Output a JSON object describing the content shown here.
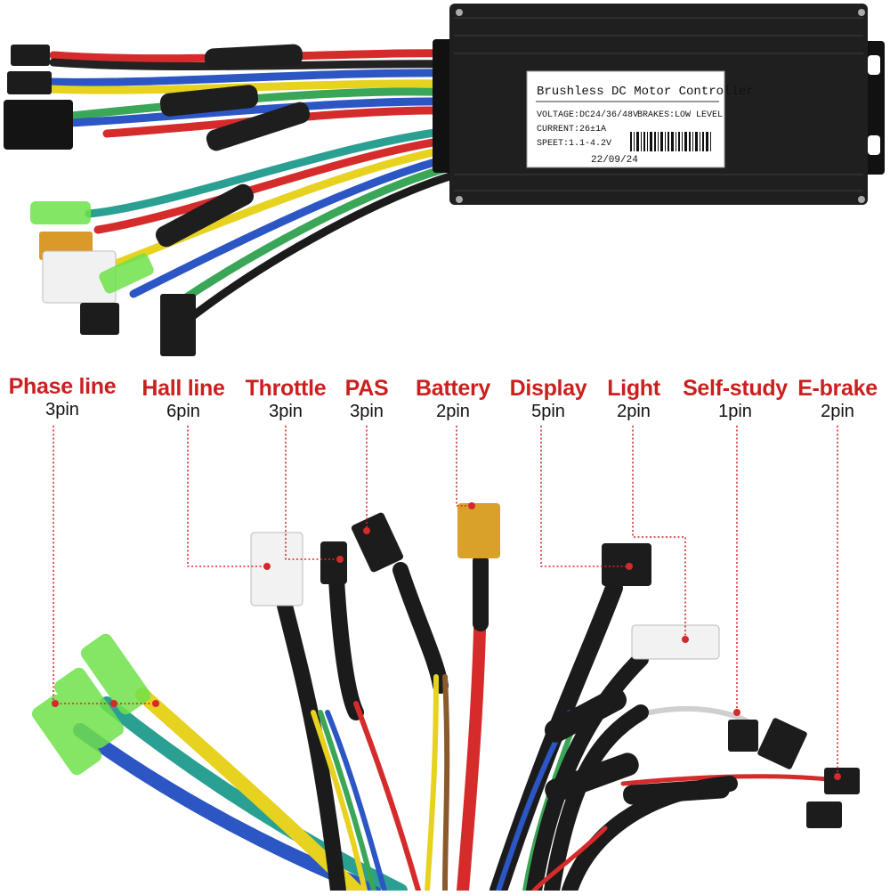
{
  "controller": {
    "title": "Brushless DC Motor Controller",
    "voltage": "VOLTAGE:DC24/36/48V",
    "brakes": "BRAKES:LOW LEVEL",
    "current": "CURRENT:26±1A",
    "speed": "SPEET:1.1-4.2V",
    "date": "22/09/24"
  },
  "connectors": [
    {
      "name": "Phase line",
      "pins": "3pin"
    },
    {
      "name": "Hall line",
      "pins": "6pin"
    },
    {
      "name": "Throttle",
      "pins": "3pin"
    },
    {
      "name": "PAS",
      "pins": "3pin"
    },
    {
      "name": "Battery",
      "pins": "2pin"
    },
    {
      "name": "Display",
      "pins": "5pin"
    },
    {
      "name": "Light",
      "pins": "2pin"
    },
    {
      "name": "Self-study",
      "pins": "1pin"
    },
    {
      "name": "E-brake",
      "pins": "2pin"
    }
  ],
  "colors": {
    "label_red": "#cc1f1f",
    "leader_red": "#d42a2a",
    "housing": "#1c1c1c"
  }
}
